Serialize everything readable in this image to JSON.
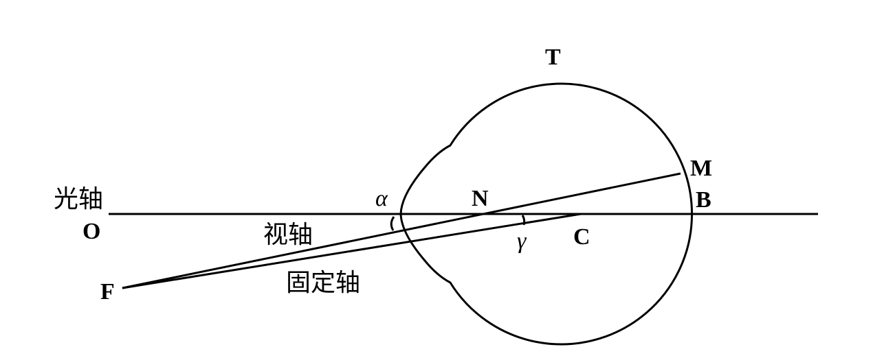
{
  "diagram": {
    "points": {
      "T": "T",
      "M": "M",
      "N": "N",
      "B": "B",
      "O": "O",
      "C": "C",
      "F": "F"
    },
    "angles": {
      "alpha": "α",
      "gamma": "γ"
    },
    "axes": {
      "optical_axis": "光轴",
      "visual_axis": "视轴",
      "fixation_axis": "固定轴"
    }
  }
}
